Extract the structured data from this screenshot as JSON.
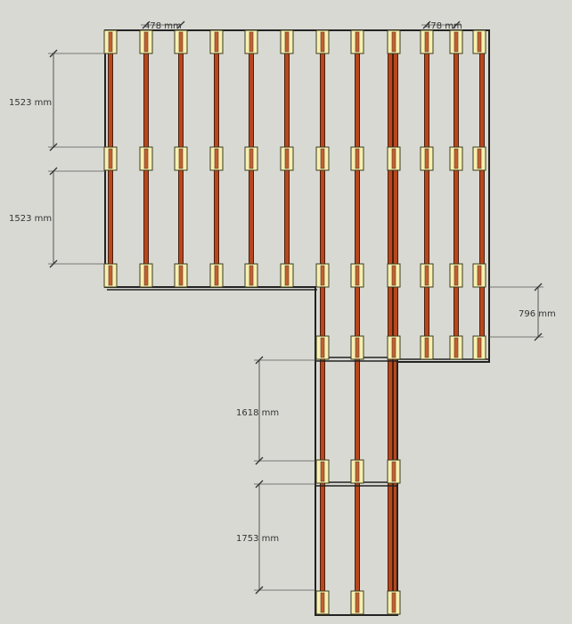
{
  "colors": {
    "background": "#d9d9d4",
    "outline": "#222222",
    "joist_fill": "#b8471e",
    "joist_edge": "#4a1e0c",
    "block_fill": "#f7f0b0",
    "block_edge": "#3a3a1e",
    "dimension_line": "#555555",
    "dimension_text": "#333333"
  },
  "dimensions": {
    "top_left_spacing": "478 mm",
    "top_right_spacing": "478 mm",
    "upper_span_1": "1523 mm",
    "upper_span_2": "1523 mm",
    "step_offset": "796 mm",
    "lower_span_1": "1618 mm",
    "lower_span_2": "1753 mm"
  }
}
